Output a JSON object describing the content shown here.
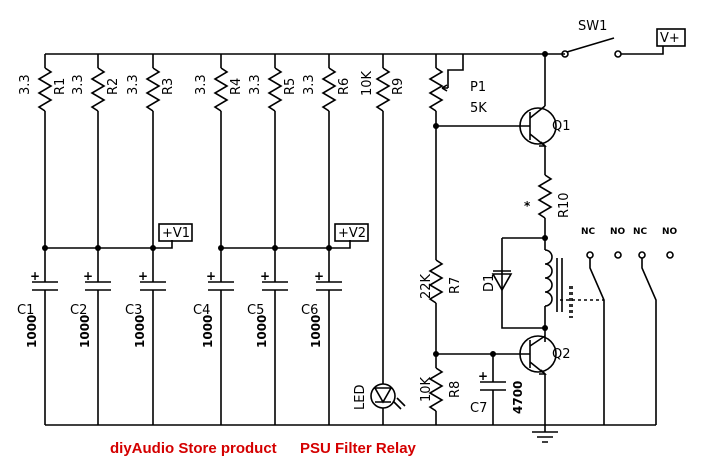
{
  "caption": {
    "store": "diyAudio Store product",
    "title": "PSU Filter Relay"
  },
  "switch": "SW1",
  "supply_label": "V+",
  "resistors_top": [
    {
      "ref": "R1",
      "value": "3.3"
    },
    {
      "ref": "R2",
      "value": "3.3"
    },
    {
      "ref": "R3",
      "value": "3.3"
    },
    {
      "ref": "R4",
      "value": "3.3"
    },
    {
      "ref": "R5",
      "value": "3.3"
    },
    {
      "ref": "R6",
      "value": "3.3"
    },
    {
      "ref": "R9",
      "value": "10K"
    }
  ],
  "outputs": {
    "v1": "+V1",
    "v2": "+V2"
  },
  "capacitors": [
    {
      "ref": "C1",
      "value": "1000"
    },
    {
      "ref": "C2",
      "value": "1000"
    },
    {
      "ref": "C3",
      "value": "1000"
    },
    {
      "ref": "C4",
      "value": "1000"
    },
    {
      "ref": "C5",
      "value": "1000"
    },
    {
      "ref": "C6",
      "value": "1000"
    }
  ],
  "cap_plus": "+",
  "pot": {
    "ref": "P1",
    "value": "5K"
  },
  "transistors": {
    "q1": "Q1",
    "q2": "Q2"
  },
  "r10": {
    "ref": "R10",
    "mark": "*"
  },
  "r7": {
    "ref": "R7",
    "value": "22K"
  },
  "r8": {
    "ref": "R8",
    "value": "10K"
  },
  "c7": {
    "ref": "C7",
    "value": "4700"
  },
  "diode": "D1",
  "led": "LED",
  "contacts": [
    "NC",
    "NO",
    "NC",
    "NO"
  ]
}
